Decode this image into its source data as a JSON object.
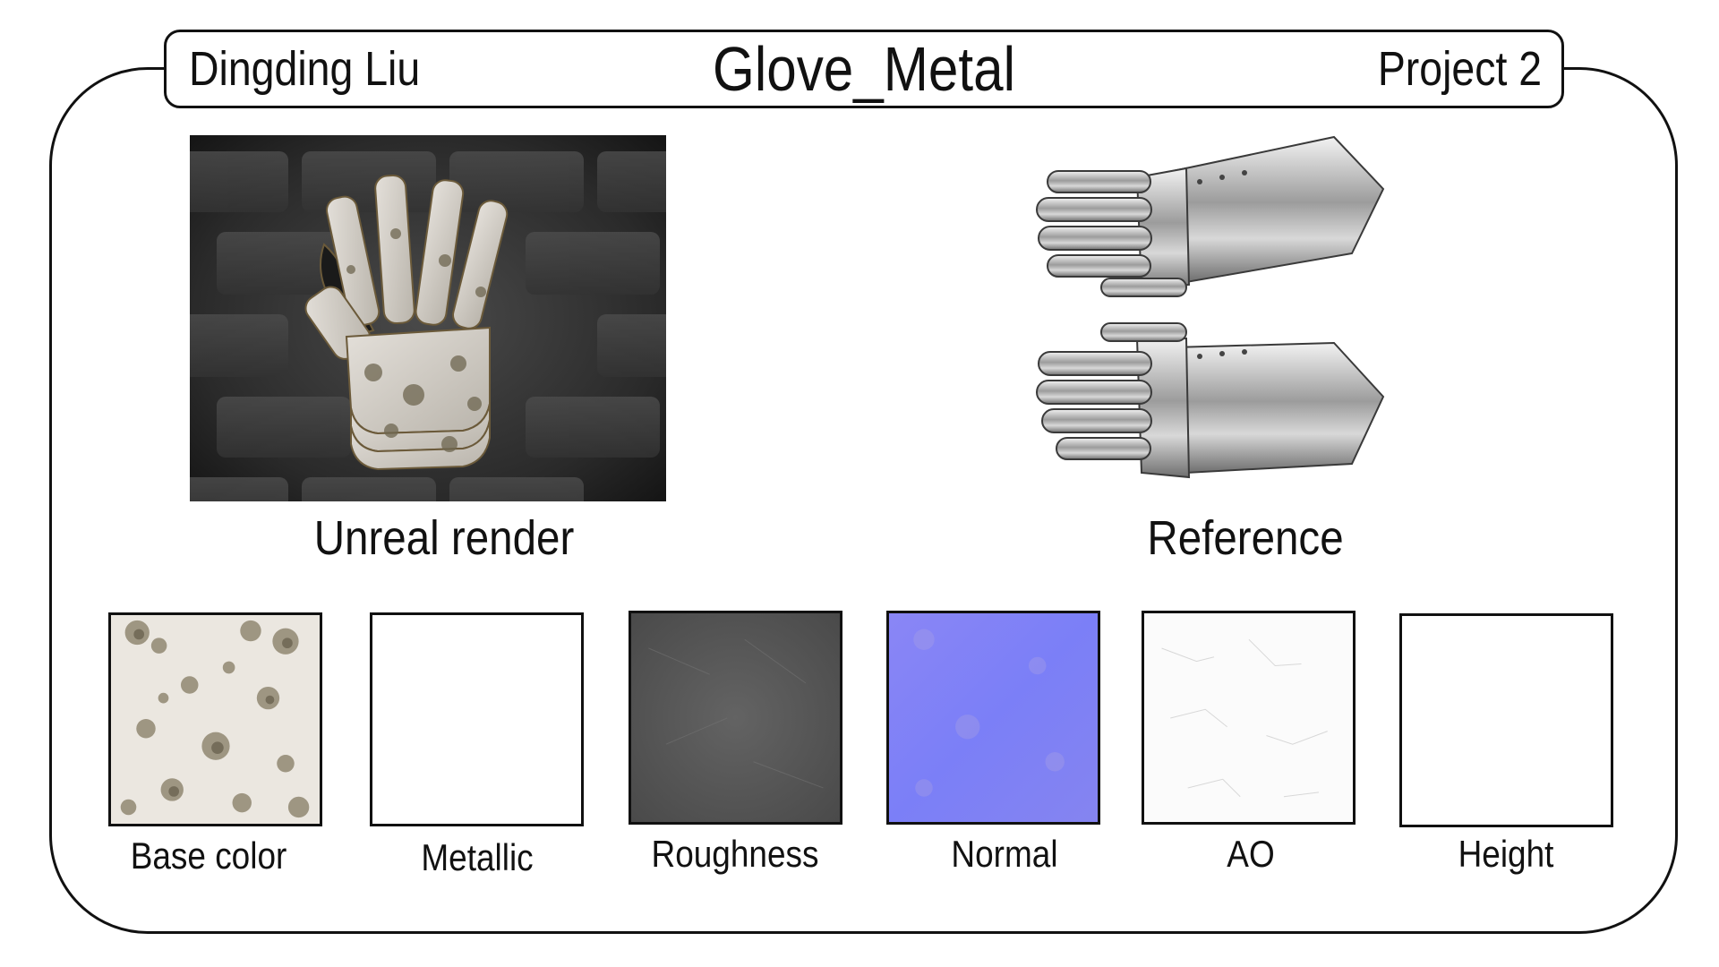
{
  "header": {
    "author": "Dingding Liu",
    "title": "Glove_Metal",
    "project": "Project 2"
  },
  "images": {
    "render_caption": "Unreal render",
    "reference_caption": "Reference"
  },
  "texture_maps": [
    {
      "label": "Base color",
      "color": "#cfcac0"
    },
    {
      "label": "Metallic",
      "color": "#ffffff"
    },
    {
      "label": "Roughness",
      "color": "#565656"
    },
    {
      "label": "Normal",
      "color": "#7f7ff7"
    },
    {
      "label": "AO",
      "color": "#fbfbfb"
    },
    {
      "label": "Height",
      "color": "#ffffff"
    }
  ],
  "colors": {
    "frame": "#111111",
    "render_background": "#2a2a2a",
    "glove_plate": "#d7d3cc",
    "reference_steel": "#b9b9b9"
  }
}
